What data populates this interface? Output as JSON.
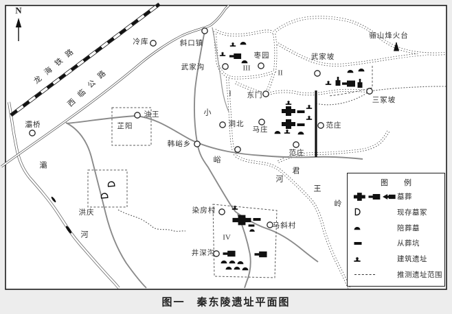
{
  "figure": {
    "caption": "图一　秦东陵遗址平面图"
  },
  "compass": {
    "north": "N"
  },
  "transport": {
    "railway": "龙海铁路",
    "highway": "西临公路"
  },
  "places": {
    "lengku": "冷库",
    "xiekou": "斜口镇",
    "wujiagou": "武家沟",
    "baqiao": "灞桥",
    "youwang": "油王",
    "zhiyang": "芷阳",
    "hanyu": "韩峪乡",
    "hongqing": "洪庆",
    "dongbei": "洞北",
    "mazhuang": "马庄",
    "fanzhuang_east": "范庄",
    "fanzhuang_south": "范庄",
    "dongmen": "东门",
    "zaoyuan": "枣园",
    "wujiapo": "武家坡",
    "sanzhongpo": "三冢坡",
    "lishan_beacon": "骊山烽火台",
    "ranfangcun": "染房村",
    "maxiecun": "马斜村",
    "jingshengou": "井深沟"
  },
  "rivers": {
    "ba_char1": "灞",
    "ba_char2": "河",
    "xiaoyu_char1": "小",
    "xiaoyu_char2": "峪",
    "xiaoyu_char3": "河"
  },
  "ridge": {
    "char1": "君",
    "char2": "王",
    "char3": "岭"
  },
  "zones": {
    "z1": "I",
    "z2": "II",
    "z3": "III",
    "z4": "IV"
  },
  "legend": {
    "title": "图　例",
    "items": [
      {
        "label": "墓葬"
      },
      {
        "label": "现存墓冢"
      },
      {
        "label": "陪葬墓"
      },
      {
        "label": "从葬坑"
      },
      {
        "label": "建筑遗址"
      },
      {
        "label": "推测遗址范围"
      }
    ]
  }
}
